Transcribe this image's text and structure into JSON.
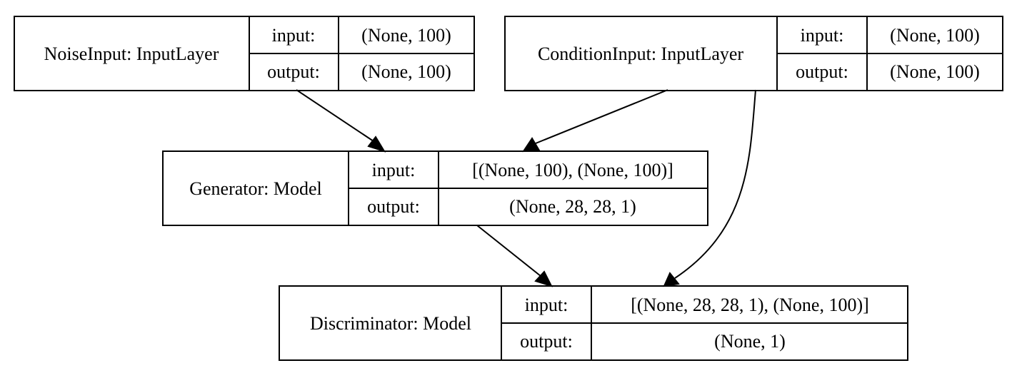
{
  "nodes": {
    "noise": {
      "name": "NoiseInput: InputLayer",
      "input_label": "input:",
      "input_value": "(None, 100)",
      "output_label": "output:",
      "output_value": "(None, 100)"
    },
    "condition": {
      "name": "ConditionInput: InputLayer",
      "input_label": "input:",
      "input_value": "(None, 100)",
      "output_label": "output:",
      "output_value": "(None, 100)"
    },
    "generator": {
      "name": "Generator: Model",
      "input_label": "input:",
      "input_value": "[(None, 100), (None, 100)]",
      "output_label": "output:",
      "output_value": "(None, 28, 28, 1)"
    },
    "discriminator": {
      "name": "Discriminator: Model",
      "input_label": "input:",
      "input_value": "[(None, 28, 28, 1), (None, 100)]",
      "output_label": "output:",
      "output_value": "(None, 1)"
    }
  },
  "edges": [
    {
      "from": "noise",
      "to": "generator"
    },
    {
      "from": "condition",
      "to": "generator"
    },
    {
      "from": "generator",
      "to": "discriminator"
    },
    {
      "from": "condition",
      "to": "discriminator"
    }
  ]
}
